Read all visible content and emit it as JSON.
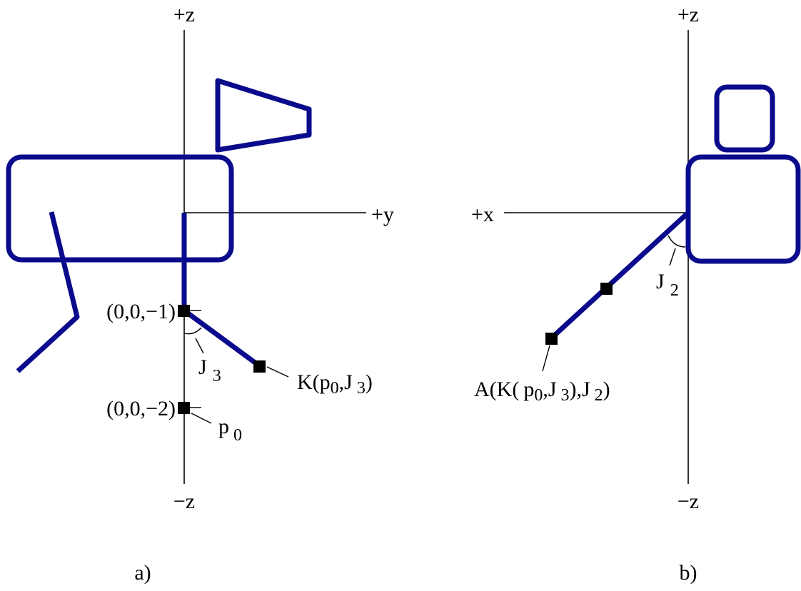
{
  "colors": {
    "figure": "#0a0a8c",
    "axes": "#000000",
    "nodes": "#000000",
    "background": "#ffffff"
  },
  "panel_a": {
    "caption": "a)",
    "axis_top": "+z",
    "axis_bottom": "−z",
    "axis_right": "+y",
    "point1_label": "(0,0,−1)",
    "point2_label": "(0,0,−2)",
    "p0": {
      "main": "p",
      "sub": "0"
    },
    "j3": {
      "main": "J",
      "sub": "3"
    },
    "k": {
      "part1": "K(p",
      "sub1": "0",
      "part2": ",J",
      "sub2": "3",
      "part3": ")"
    }
  },
  "panel_b": {
    "caption": "b)",
    "axis_top": "+z",
    "axis_bottom": "−z",
    "axis_left": "+x",
    "j2": {
      "main": "J",
      "sub": "2"
    },
    "a": {
      "part1": "A(K(",
      "part2": "p",
      "sub1": "0",
      "part3": ",J",
      "sub2": "3",
      "part4": "),J",
      "sub3": "2",
      "part5": ")"
    }
  }
}
